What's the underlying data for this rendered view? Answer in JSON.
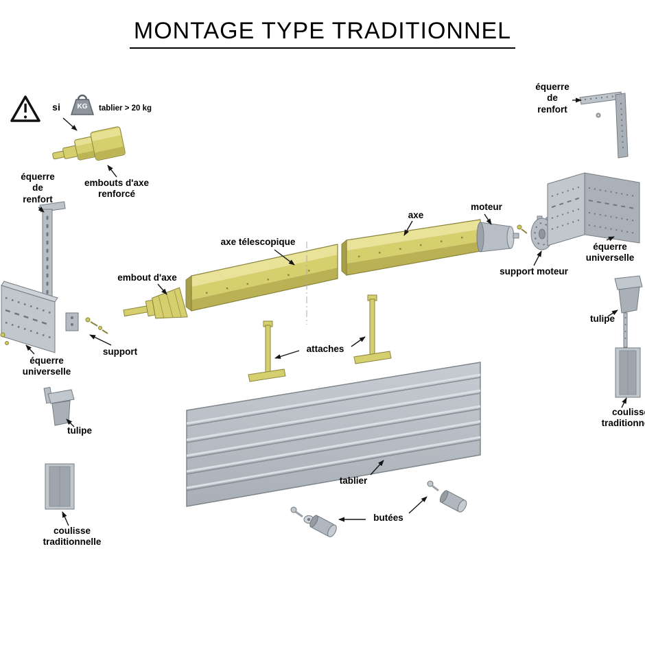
{
  "title": "MONTAGE TYPE TRADITIONNEL",
  "warning": {
    "si_label": "si",
    "kg_label": "KG",
    "condition": "tablier > 20 kg"
  },
  "labels": {
    "equerre_renfort_left": "équerre\nde\nrenfort",
    "embouts_axe_renforce": "embouts d'axe\nrenforcé",
    "equerre_renfort_right": "équerre\nde\nrenfort",
    "embout_axe": "embout d'axe",
    "support": "support",
    "axe_telescopique": "axe télescopique",
    "axe": "axe",
    "moteur": "moteur",
    "support_moteur": "support moteur",
    "equerre_universelle_left": "équerre\nuniverselle",
    "equerre_universelle_right": "équerre\nuniverselle",
    "tulipe_left": "tulipe",
    "tulipe_right": "tulipe",
    "attaches": "attaches",
    "tablier": "tablier",
    "butees": "butées",
    "coulisse_left": "coulisse\ntraditionnelle",
    "coulisse_right": "coulisse\ntraditionnelle"
  },
  "colors": {
    "part_yellow": "#d6cf6e",
    "part_yellow_dark": "#b9b153",
    "part_grey": "#b7bec5",
    "outline_yellow": "#8a843c",
    "outline_grey": "#737b82",
    "arrow": "#141414"
  }
}
